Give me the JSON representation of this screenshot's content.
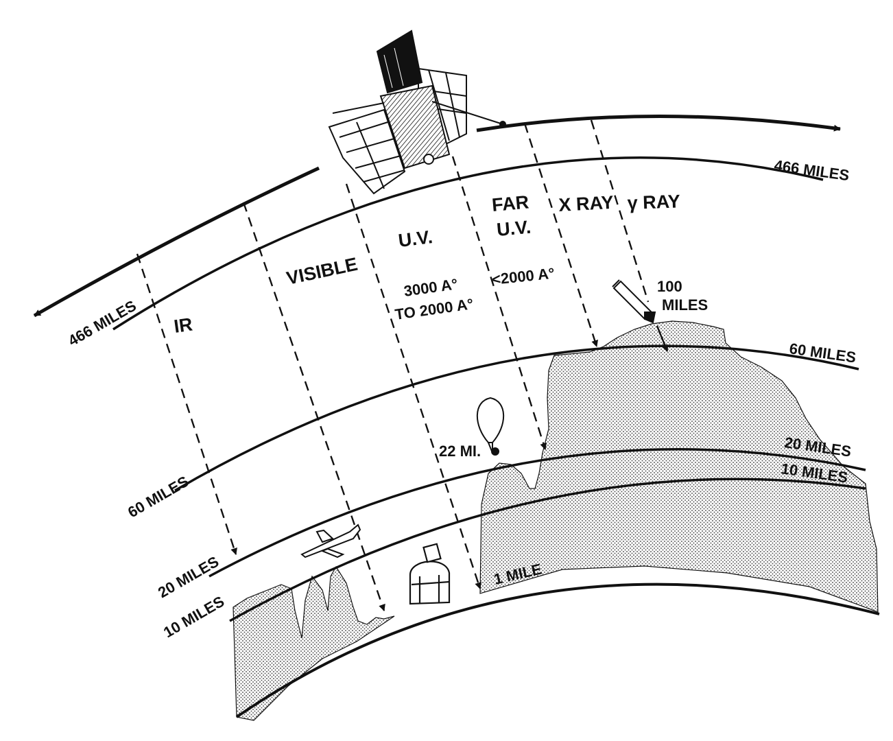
{
  "altitude_labels": {
    "orbit_left": "466 MILES",
    "orbit_right": "466 MILES",
    "sixty_left": "60 MILES",
    "sixty_right": "60 MILES",
    "twenty_left": "20 MILES",
    "twenty_right": "20 MILES",
    "ten_left": "10 MILES",
    "ten_right": "10 MILES",
    "one_mile": "1 MILE",
    "rocket_line1": "100",
    "rocket_line2": "MILES",
    "balloon": "22 MI."
  },
  "bands": {
    "ir": "IR",
    "visible": "VISIBLE",
    "uv": "U.V.",
    "uv_range_line1": "3000 A°",
    "uv_range_line2": "TO 2000 A°",
    "far_uv_line1": "FAR",
    "far_uv_line2": "U.V.",
    "far_uv_range": "<2000 A°",
    "xray": "X RAY",
    "gamma": "γ RAY"
  },
  "colors": {
    "ink": "#111111",
    "paper": "#ffffff",
    "stipple": "#555555"
  }
}
